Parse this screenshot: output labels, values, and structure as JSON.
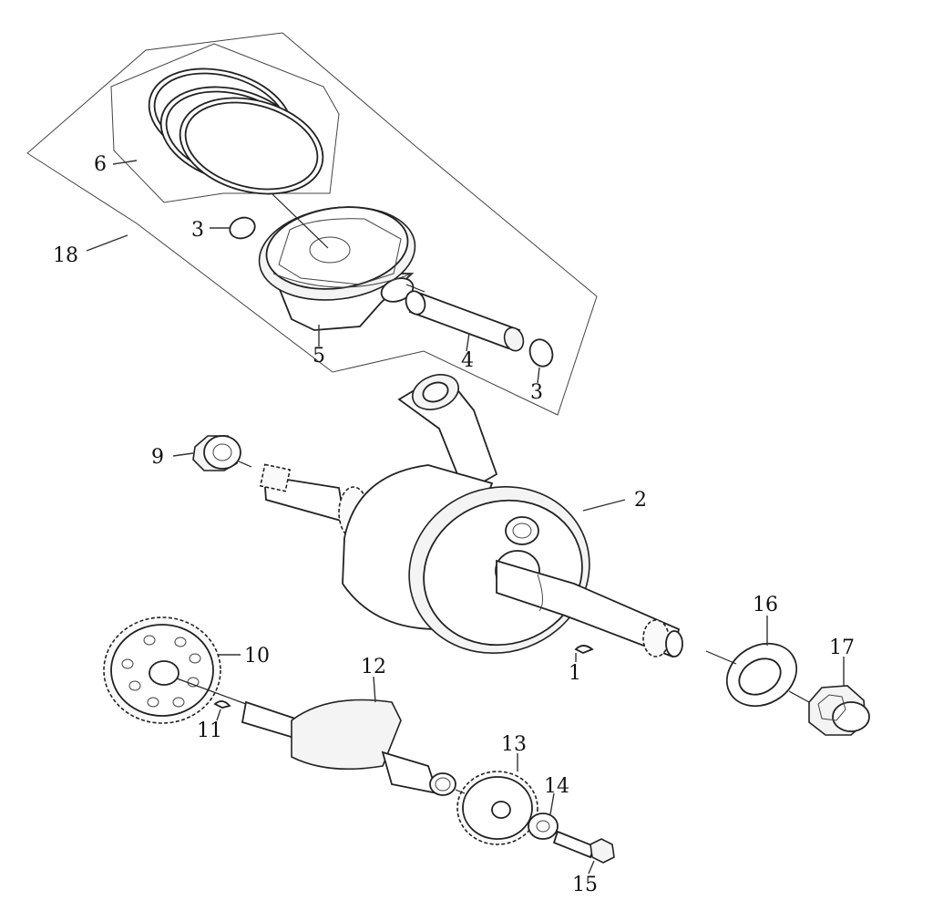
{
  "callouts": {
    "c1": "1",
    "c2": "2",
    "c3a": "3",
    "c3b": "3",
    "c4": "4",
    "c5": "5",
    "c6": "6",
    "c9": "9",
    "c10": "10",
    "c11": "11",
    "c12": "12",
    "c13": "13",
    "c14": "14",
    "c15": "15",
    "c16": "16",
    "c17": "17",
    "c18": "18"
  }
}
